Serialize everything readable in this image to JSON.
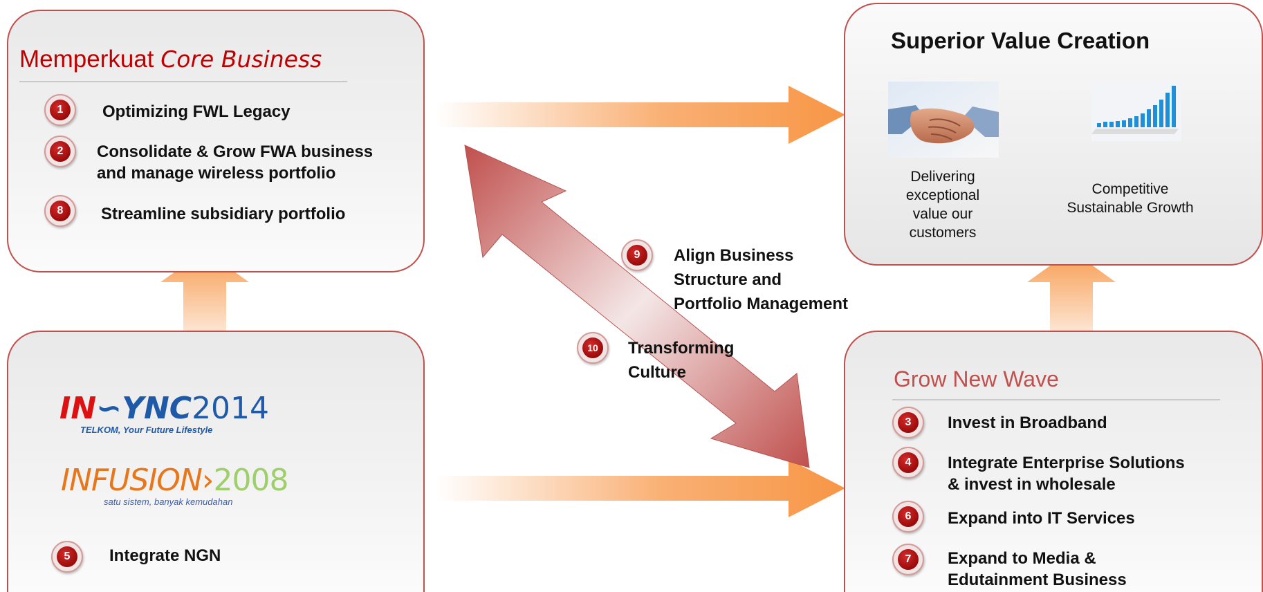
{
  "core": {
    "title_plain": "Memperkuat ",
    "title_italic": "Core Business",
    "items": [
      {
        "num": "1",
        "label": "Optimizing FWL Legacy"
      },
      {
        "num": "2",
        "label": "Consolidate & Grow FWA business\nand manage wireless portfolio"
      },
      {
        "num": "8",
        "label": "Streamline subsidiary portfolio"
      }
    ]
  },
  "value": {
    "title": "Superior Value Creation",
    "captions": [
      {
        "icon": "handshake-image",
        "text": "Delivering\nexceptional\nvalue our\ncustomers"
      },
      {
        "icon": "growth-chart-image",
        "text": "Competitive\nSustainable Growth"
      }
    ]
  },
  "logos": {
    "insync": {
      "brand_a": "IN",
      "brand_b": "YNC",
      "year": "2014",
      "tagline": "TELKOM, Your Future Lifestyle"
    },
    "infusion": {
      "brand": "INFUSION",
      "year": "2008",
      "tagline": "satu sistem, banyak kemudahan"
    },
    "item": {
      "num": "5",
      "label": "Integrate NGN"
    }
  },
  "middle": {
    "items": [
      {
        "num": "9",
        "label": "Align Business\nStructure and\nPortfolio Management"
      },
      {
        "num": "10",
        "label": "Transforming\nCulture"
      }
    ]
  },
  "grow": {
    "title": "Grow New Wave",
    "items": [
      {
        "num": "3",
        "label": "Invest in Broadband"
      },
      {
        "num": "4",
        "label": "Integrate Enterprise Solutions\n& invest in wholesale"
      },
      {
        "num": "6",
        "label": "Expand into IT Services"
      },
      {
        "num": "7",
        "label": "Expand to Media &\nEdutainment Business"
      }
    ]
  },
  "colors": {
    "accent": "#c00000",
    "arrow": "#f79646",
    "diag_arrow": "#c0504d"
  }
}
